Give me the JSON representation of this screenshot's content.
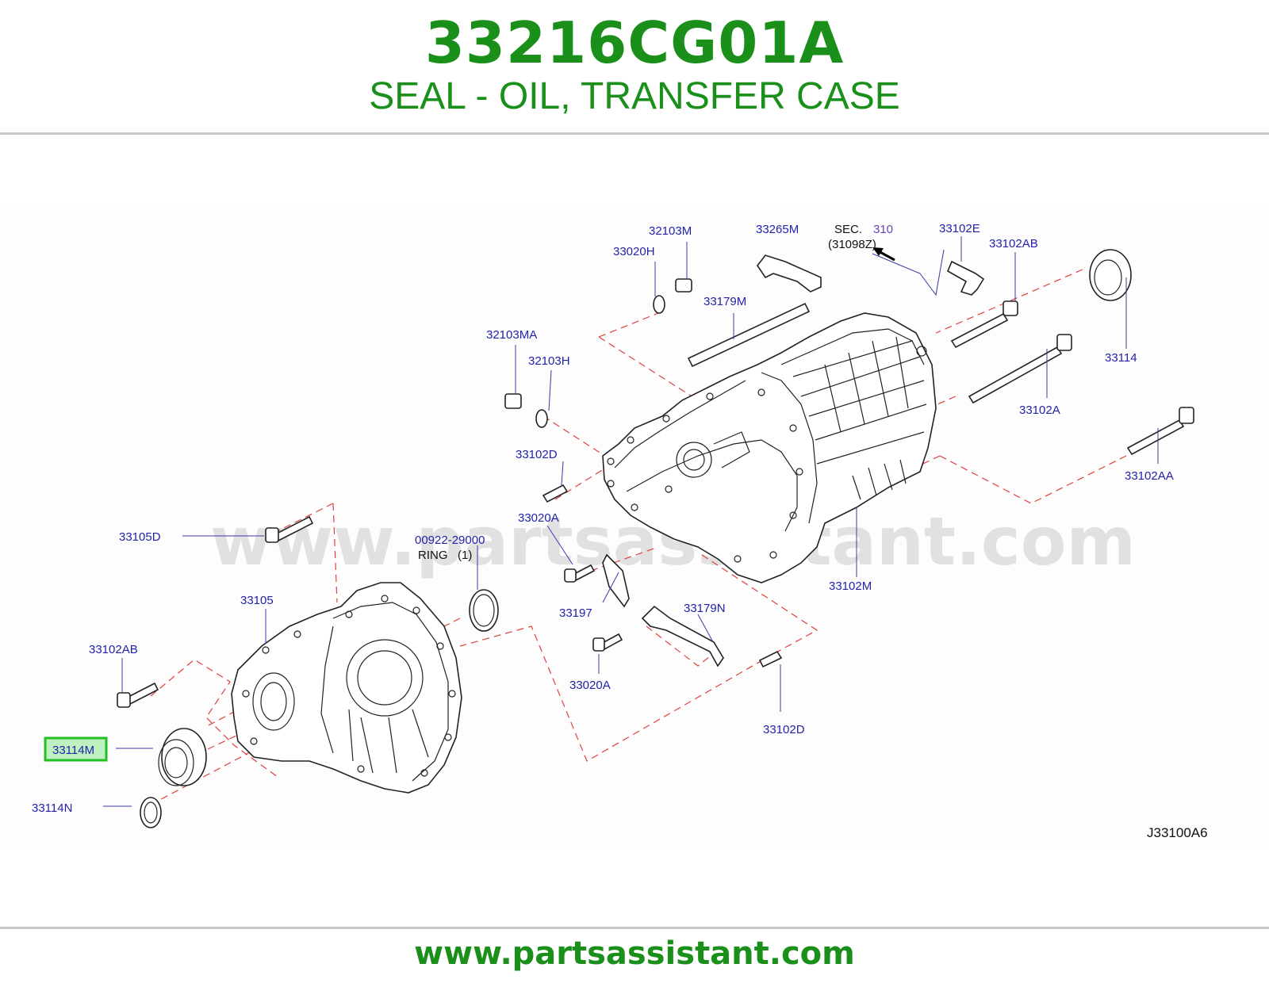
{
  "header": {
    "part_number": "33216CG01A",
    "description": "SEAL - OIL, TRANSFER CASE"
  },
  "footer": {
    "url": "www.partsassistant.com"
  },
  "diagram": {
    "watermark": "www.partsassistant.com",
    "diagram_code": "J33100A6",
    "highlighted_part": "33114M",
    "sec_ref": {
      "prefix": "SEC.",
      "number": "310",
      "sub": "(31098Z)"
    },
    "ring_note": {
      "part": "00922-29000",
      "text": "RING   (1)"
    },
    "callouts": [
      "32103M",
      "33265M",
      "33102E",
      "33020H",
      "33102AB",
      "33179M",
      "33114",
      "32103MA",
      "32103H",
      "33102A",
      "33102D",
      "33102AA",
      "33105D",
      "33020A",
      "33102M",
      "33105",
      "33197",
      "33179N",
      "33102AB",
      "33020A",
      "33102D",
      "33114M",
      "33114N"
    ]
  },
  "colors": {
    "brand_green": "#1a8f1a",
    "label_blue": "#2222aa",
    "dash_red": "#e04040",
    "highlight": "#22c022"
  }
}
